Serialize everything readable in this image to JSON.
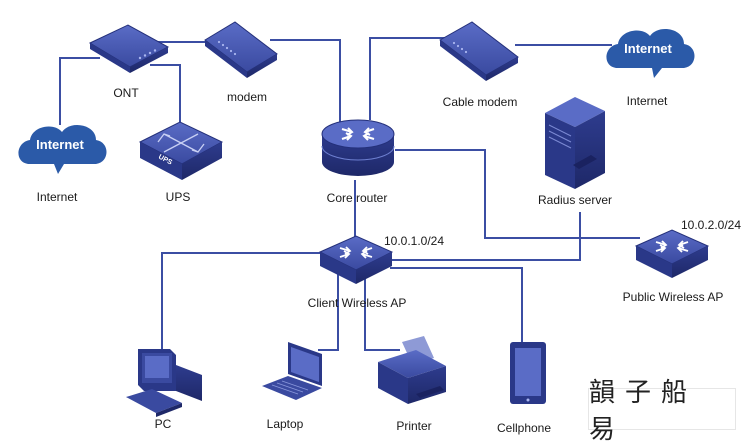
{
  "colors": {
    "device": "#3a4aa0",
    "device_dark": "#24307a",
    "device_light": "#6d7fd0",
    "line": "#3b4ea3",
    "cloud": "#2b5aa8"
  },
  "nodes": {
    "ont": {
      "label": "ONT",
      "icon": "ont-icon"
    },
    "modem": {
      "label": "modem",
      "icon": "modem-icon"
    },
    "cable_modem": {
      "label": "Cable modem",
      "icon": "cable-modem-icon"
    },
    "internet_left": {
      "label": "Internet",
      "cloud_text": "Internet",
      "icon": "cloud-icon"
    },
    "internet_right": {
      "label": "Internet",
      "cloud_text": "Internet",
      "icon": "cloud-icon"
    },
    "ups": {
      "label": "UPS",
      "badge": "UPS",
      "icon": "ups-icon"
    },
    "core_router": {
      "label": "Core router",
      "icon": "router-icon"
    },
    "radius_server": {
      "label": "Radius server",
      "icon": "server-icon"
    },
    "client_ap": {
      "label": "Client Wireless AP",
      "subnet": "10.0.1.0/24",
      "icon": "switch-icon"
    },
    "public_ap": {
      "label": "Public Wireless AP",
      "subnet": "10.0.2.0/24",
      "icon": "switch-icon"
    },
    "pc": {
      "label": "PC",
      "icon": "pc-icon"
    },
    "laptop": {
      "label": "Laptop",
      "icon": "laptop-icon"
    },
    "printer": {
      "label": "Printer",
      "icon": "printer-icon"
    },
    "cellphone": {
      "label": "Cellphone",
      "icon": "cellphone-icon"
    }
  },
  "watermark": {
    "text": "韻子船 易"
  }
}
